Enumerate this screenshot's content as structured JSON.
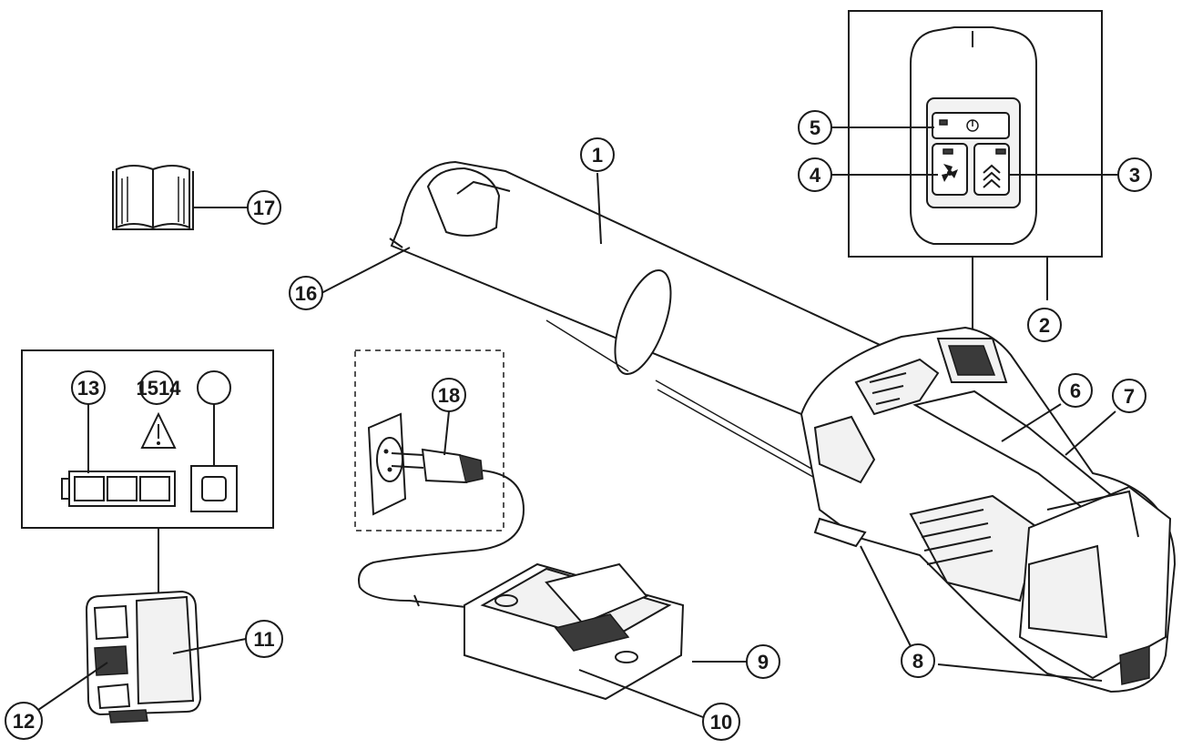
{
  "callouts": {
    "c1": "1",
    "c2": "2",
    "c3": "3",
    "c4": "4",
    "c5": "5",
    "c6": "6",
    "c7": "7",
    "c8": "8",
    "c9": "9",
    "c10": "10",
    "c11": "11",
    "c12": "12",
    "c13": "13",
    "c15_14": "1514",
    "c16": "16",
    "c17": "17",
    "c18": "18"
  },
  "icons": {
    "power": "power-icon",
    "fan": "fan-speed-icon",
    "boost": "boost-icon",
    "warning": "warning-icon",
    "manual": "manual-book-icon",
    "battery": "battery-gauge-icon",
    "plug": "power-plug-icon"
  },
  "colors": {
    "line": "#1a1a1a",
    "background": "#ffffff"
  }
}
